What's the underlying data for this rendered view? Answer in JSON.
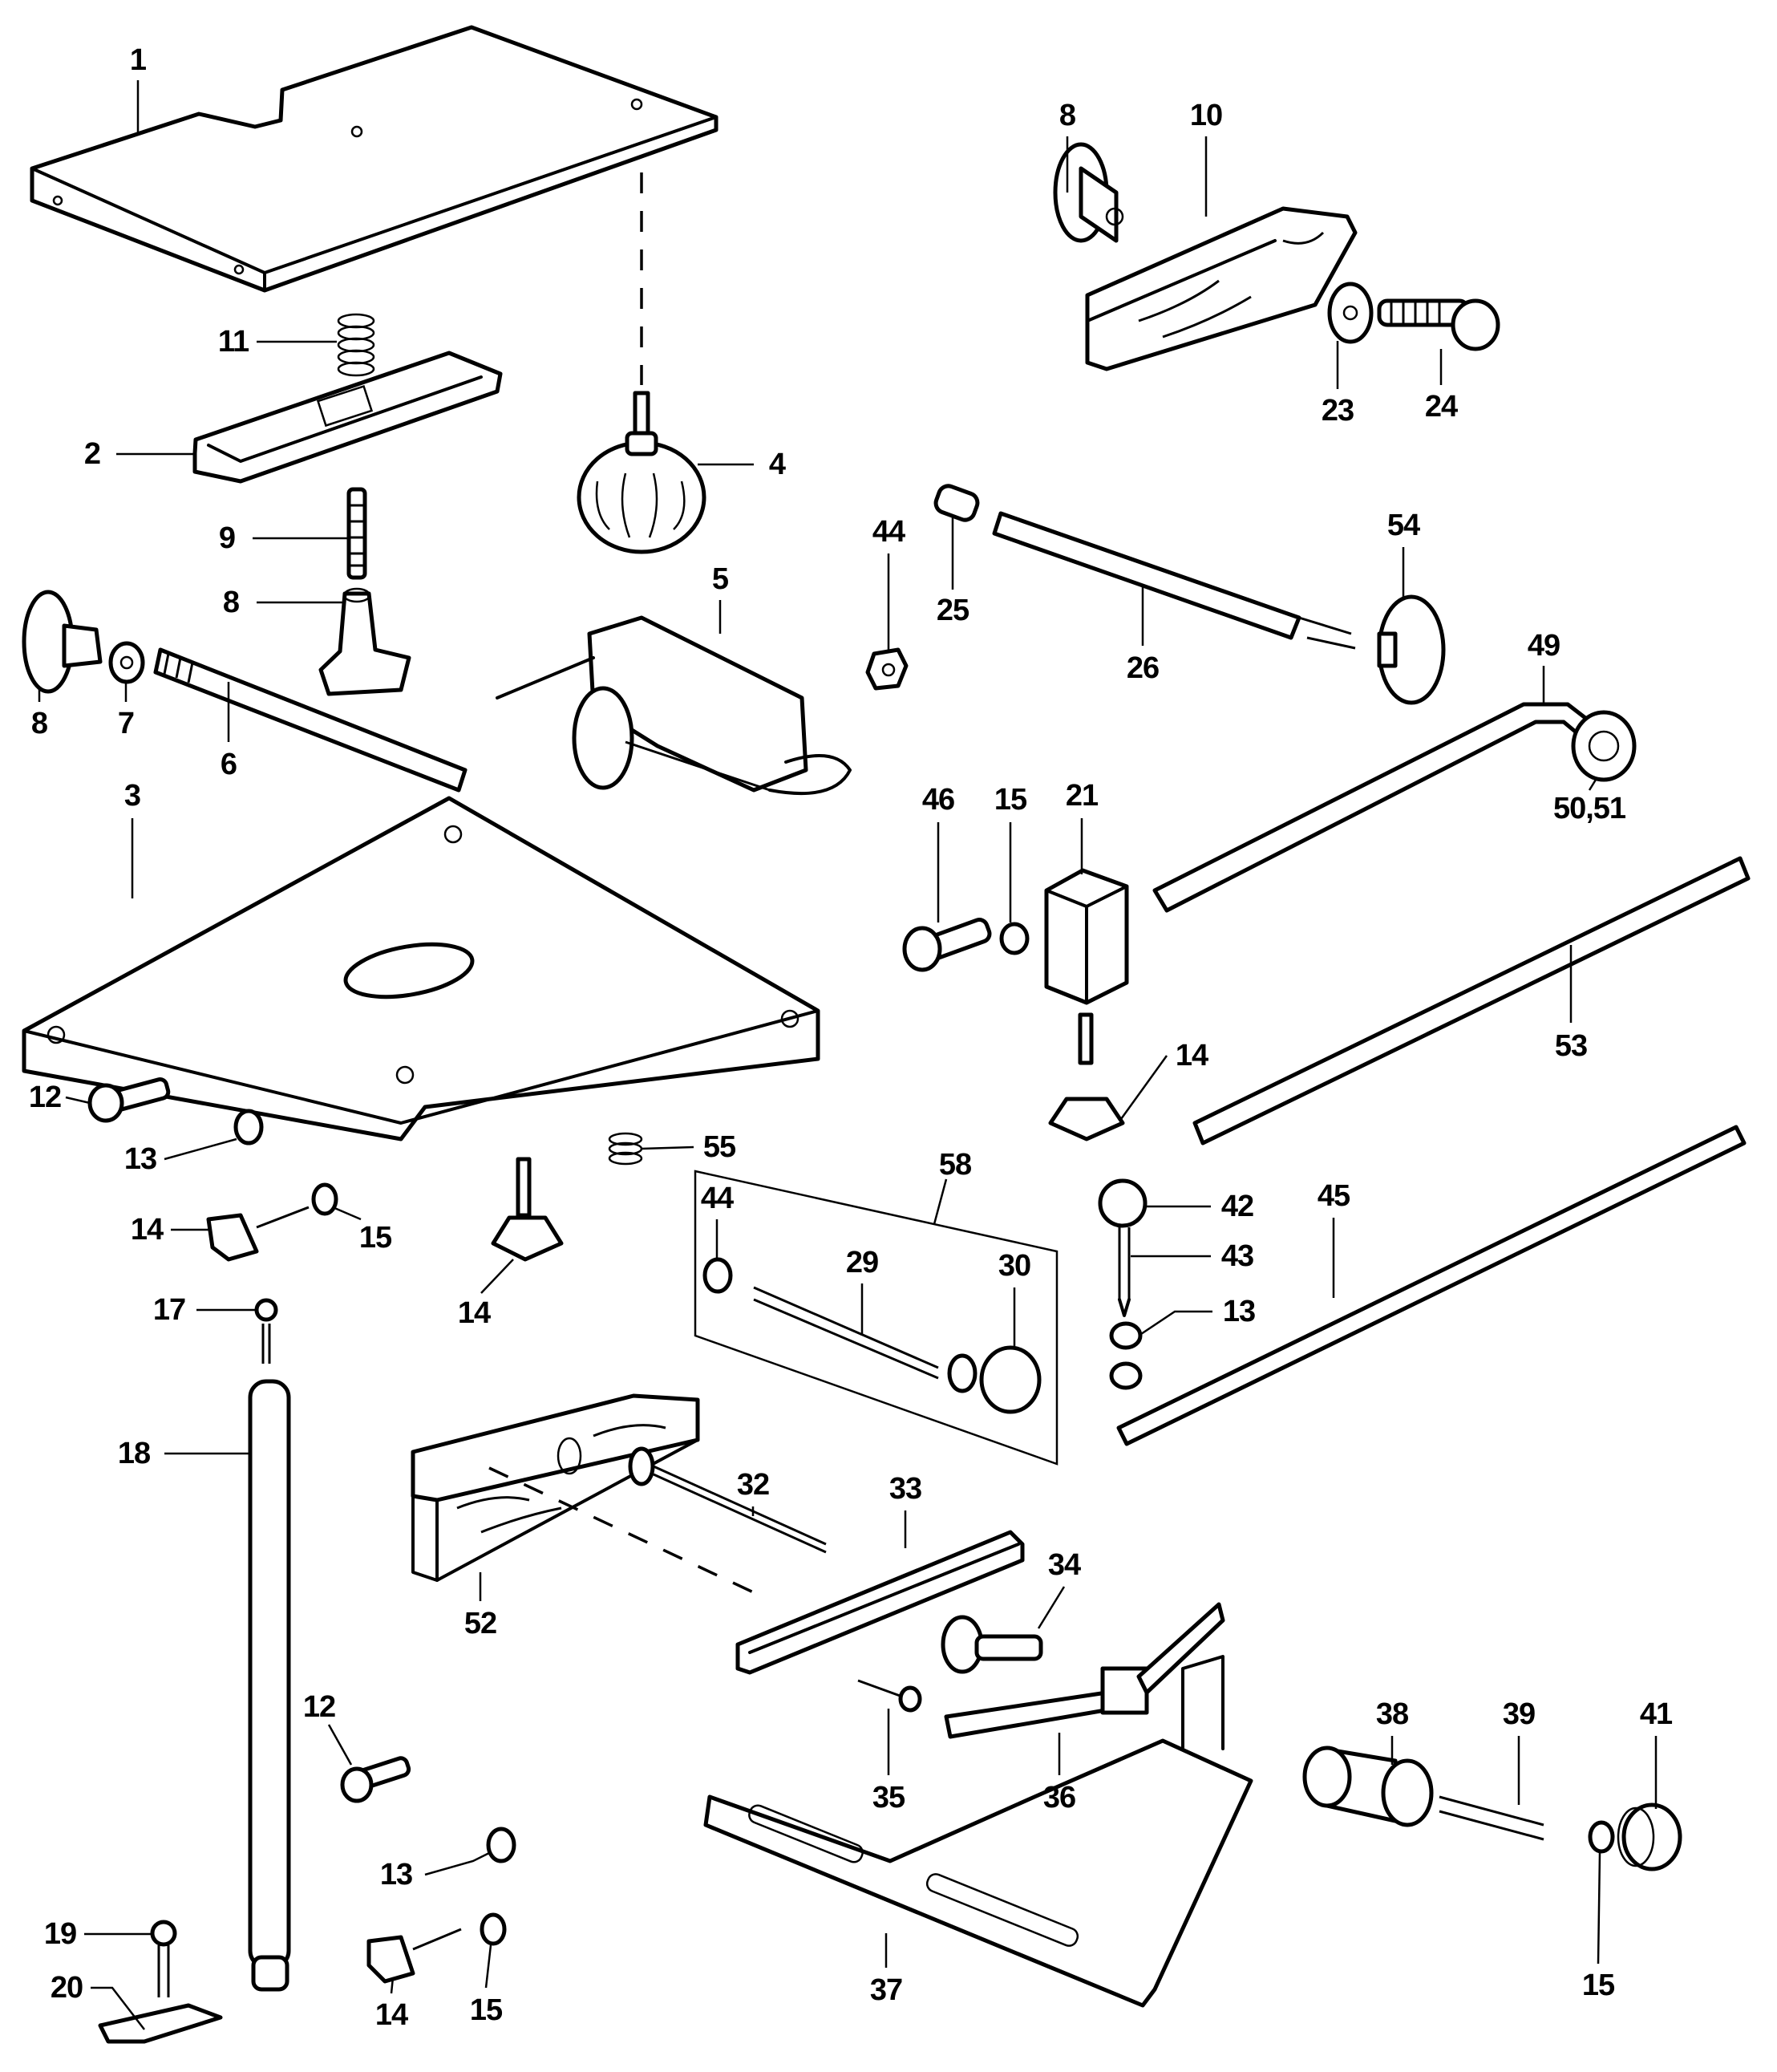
{
  "diagram": {
    "type": "exploded-parts-diagram",
    "style_colors": {
      "line": "#000000",
      "background": "#ffffff"
    },
    "callouts": [
      {
        "label": "1",
        "part": "table-top-plate"
      },
      {
        "label": "8",
        "part": "wing-knob"
      },
      {
        "label": "10",
        "part": "wooden-fork-guide"
      },
      {
        "label": "11",
        "part": "compression-spring"
      },
      {
        "label": "2",
        "part": "clamp-lever"
      },
      {
        "label": "4",
        "part": "ribbed-ball-knob"
      },
      {
        "label": "23",
        "part": "washer"
      },
      {
        "label": "24",
        "part": "hex-bolt"
      },
      {
        "label": "9",
        "part": "threaded-stud"
      },
      {
        "label": "8",
        "part": "wing-knob"
      },
      {
        "label": "44",
        "part": "hex-nut"
      },
      {
        "label": "25",
        "part": "bushing"
      },
      {
        "label": "5",
        "part": "c-clamp"
      },
      {
        "label": "54",
        "part": "wing-knob"
      },
      {
        "label": "26",
        "part": "threaded-rod"
      },
      {
        "label": "49",
        "part": "cranked-rod"
      },
      {
        "label": "8",
        "part": "wing-knob"
      },
      {
        "label": "7",
        "part": "washer"
      },
      {
        "label": "6",
        "part": "pivot-rod"
      },
      {
        "label": "50,51",
        "part": "roller-bearing"
      },
      {
        "label": "3",
        "part": "base-plate"
      },
      {
        "label": "46",
        "part": "hex-bolt"
      },
      {
        "label": "15",
        "part": "washer"
      },
      {
        "label": "21",
        "part": "clamp-block"
      },
      {
        "label": "53",
        "part": "guide-rod"
      },
      {
        "label": "14",
        "part": "star-knob"
      },
      {
        "label": "12",
        "part": "hex-bolt"
      },
      {
        "label": "13",
        "part": "hex-nut"
      },
      {
        "label": "55",
        "part": "spring"
      },
      {
        "label": "58",
        "part": "screw-kit"
      },
      {
        "label": "14",
        "part": "star-knob"
      },
      {
        "label": "15",
        "part": "washer"
      },
      {
        "label": "14",
        "part": "star-knob"
      },
      {
        "label": "44",
        "part": "hex-nut"
      },
      {
        "label": "29",
        "part": "threaded-rod"
      },
      {
        "label": "30",
        "part": "knurled-knob"
      },
      {
        "label": "42",
        "part": "ball-head"
      },
      {
        "label": "43",
        "part": "pointed-screw"
      },
      {
        "label": "13",
        "part": "hex-nut"
      },
      {
        "label": "45",
        "part": "long-rod"
      },
      {
        "label": "17",
        "part": "slotted-screw"
      },
      {
        "label": "18",
        "part": "column-rod"
      },
      {
        "label": "32",
        "part": "carriage-bolt"
      },
      {
        "label": "33",
        "part": "channel-rail"
      },
      {
        "label": "34",
        "part": "carriage-bolt"
      },
      {
        "label": "52",
        "part": "wooden-block"
      },
      {
        "label": "12",
        "part": "hex-bolt"
      },
      {
        "label": "35",
        "part": "wood-screw"
      },
      {
        "label": "36",
        "part": "spring-clip"
      },
      {
        "label": "38",
        "part": "knurled-sleeve"
      },
      {
        "label": "39",
        "part": "spring"
      },
      {
        "label": "41",
        "part": "end-cap"
      },
      {
        "label": "13",
        "part": "hex-nut"
      },
      {
        "label": "19",
        "part": "wood-screw"
      },
      {
        "label": "20",
        "part": "bracket"
      },
      {
        "label": "37",
        "part": "angle-fence"
      },
      {
        "label": "14",
        "part": "star-knob"
      },
      {
        "label": "15",
        "part": "washer"
      },
      {
        "label": "15",
        "part": "washer"
      }
    ]
  }
}
